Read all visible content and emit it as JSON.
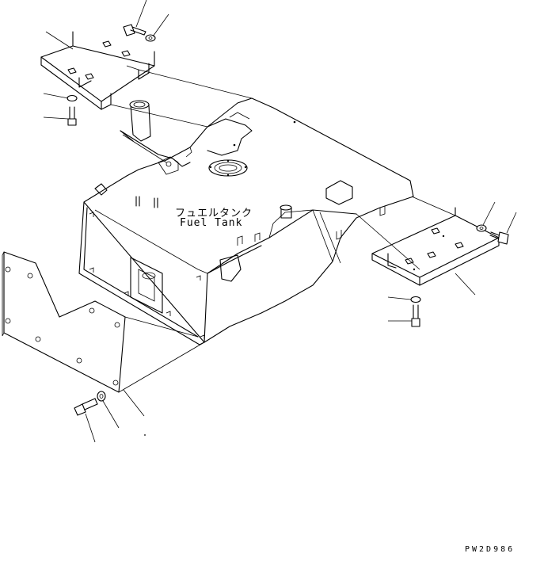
{
  "tank_label": {
    "jp": "フュエルタンク",
    "en": "Fuel Tank"
  },
  "drawing_ref": "PW2D986"
}
